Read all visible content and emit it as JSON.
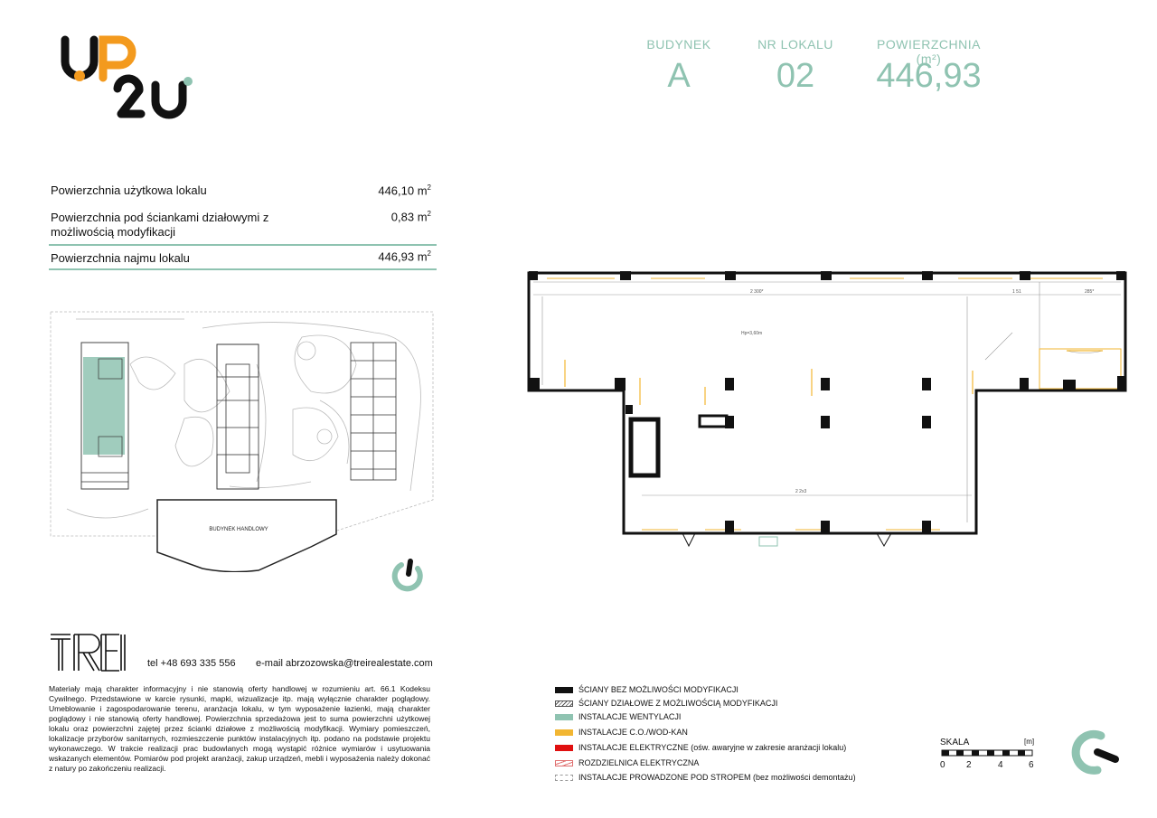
{
  "header": {
    "building_label": "BUDYNEK",
    "building_value": "A",
    "unit_label": "NR LOKALU",
    "unit_value": "02",
    "area_label": "POWIERZCHNIA (m²)",
    "area_value": "446,93"
  },
  "areas": [
    {
      "label": "Powierzchnia użytkowa lokalu",
      "value": "446,10 m"
    },
    {
      "label": "Powierzchnia pod ściankami działowymi z możliwością modyfikacji",
      "value": "0,83 m"
    },
    {
      "label": "Powierzchnia najmu lokalu",
      "value": "446,93 m"
    }
  ],
  "area_unit_sup": "2",
  "site_plan": {
    "building_label": "BUDYNEK HANDLOWY"
  },
  "floor_plan": {
    "dim_top": "2 300*",
    "dim_bottom": "2 2x3",
    "height_note": "Hp=3,60m",
    "dim_a": "1 51",
    "dim_b": "285*"
  },
  "contact": {
    "phone": "tel +48 693 335 556",
    "email": "e-mail abrzozowska@treirealestate.com"
  },
  "disclaimer": "Materiały mają charakter informacyjny i nie stanowią oferty handlowej w rozumieniu art. 66.1 Kodeksu Cywilnego. Przedstawione w karcie rysunki, mapki, wizualizacje itp. mają wyłącznie charakter poglądowy. Umeblowanie i zagospodarowanie terenu, aranżacja lokalu, w tym wyposażenie łazienki, mają charakter poglądowy i nie stanowią oferty handlowej. Powierzchnia sprzedażowa jest to suma powierzchni użytkowej lokalu oraz powierzchni zajętej przez ścianki działowe z możliwością modyfikacji. Wymiary pomieszczeń, lokalizacje przyborów sanitarnych, rozmieszczenie punktów instalacyjnych itp. podano na podstawie projektu wykonawczego. W trakcie realizacji prac budowlanych mogą wystąpić różnice wymiarów i usytuowania wskazanych elementów. Pomiarów pod projekt aranżacji, zakup urządzeń, mebli i wyposażenia należy dokonać z natury po zakończeniu realizacji.",
  "legend": [
    {
      "label": "ŚCIANY BEZ MOŻLIWOŚCI MODYFIKACJI",
      "color": "#111111",
      "style": "solid"
    },
    {
      "label": "ŚCIANY DZIAŁOWE Z MOŻLIWOŚCIĄ MODYFIKACJI",
      "color": "#555555",
      "style": "hatch"
    },
    {
      "label": "INSTALACJE WENTYLACJI",
      "color": "#8fc3b1",
      "style": "solid"
    },
    {
      "label": "INSTALACJE C.O./WOD-KAN",
      "color": "#f2b632",
      "style": "solid"
    },
    {
      "label": "INSTALACJE ELEKTRYCZNE (ośw. awaryjne w zakresie aranżacji lokalu)",
      "color": "#e01010",
      "style": "solid"
    },
    {
      "label": "ROZDZIELNICA ELEKTRYCZNA",
      "color": "#e07070",
      "style": "hatch"
    },
    {
      "label": "INSTALACJE PROWADZONE POD STROPEM (bez możliwości demontażu)",
      "color": "#999999",
      "style": "dashed"
    }
  ],
  "scale": {
    "title": "SKALA",
    "unit": "[m]",
    "ticks": [
      "0",
      "2",
      "4",
      "6"
    ]
  },
  "colors": {
    "accent": "#8fc3b1",
    "orange": "#f39a1e",
    "dark": "#111111"
  }
}
